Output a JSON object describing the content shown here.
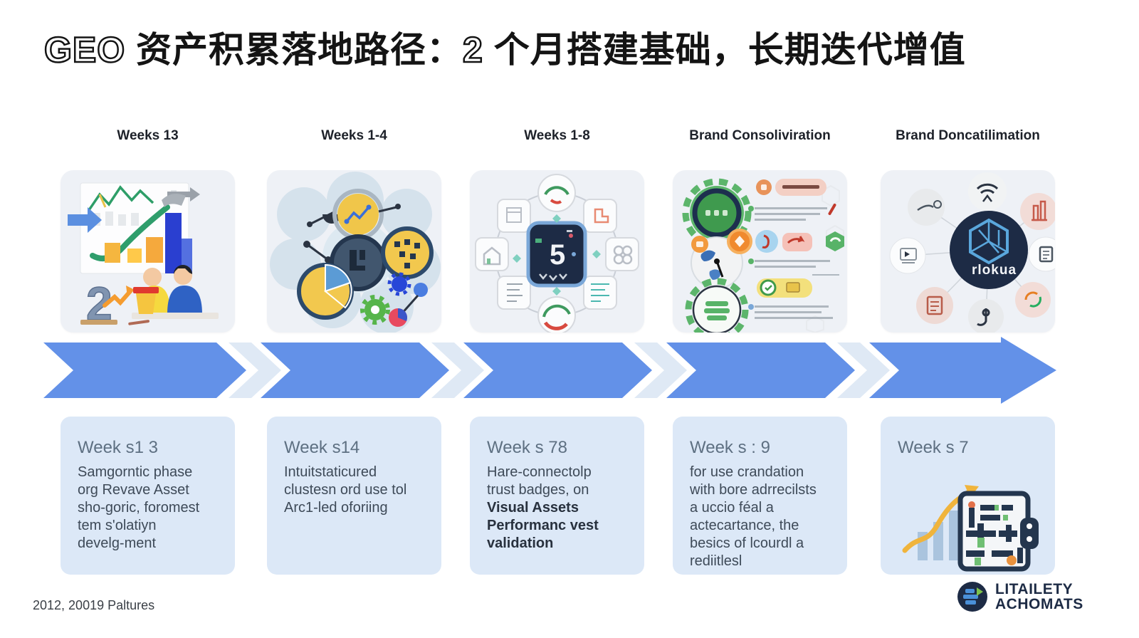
{
  "title": {
    "geo": "GEO",
    "mid": " 资产积累落地路径：",
    "num": "2",
    "rest": " 个月搭建基础，长期迭代增值"
  },
  "columns": [
    {
      "header": "Weeks 13",
      "card": {
        "title": "Week s1 3",
        "lines": [
          {
            "text": "Samgorntic phase"
          },
          {
            "text": "org Revave Asset"
          },
          {
            "text": "sho-goric, foromest"
          },
          {
            "text": "tem s'olatiyn"
          },
          {
            "text": "develg-ment"
          }
        ]
      }
    },
    {
      "header": "Weeks 1-4",
      "card": {
        "title": "Week s14",
        "lines": [
          {
            "text": "Intuitstaticured"
          },
          {
            "text": "clustesn ord use tol"
          },
          {
            "text": "Arc1-led oforiing"
          }
        ]
      }
    },
    {
      "header": "Weeks 1-8",
      "card": {
        "title": "Week s 78",
        "lines": [
          {
            "text": "Hare-connectolp"
          },
          {
            "text": "trust badges, on"
          },
          {
            "text": "Visual Assets",
            "bold": true
          },
          {
            "text": "Performanc vest",
            "bold": true
          },
          {
            "text": "validation",
            "bold": true
          }
        ]
      }
    },
    {
      "header": "Brand Consoliviration",
      "card": {
        "title": "Week s : 9",
        "lines": [
          {
            "text": "for use crandation"
          },
          {
            "text": "with bore adrrecilsts"
          },
          {
            "text": "a uccio féal a"
          },
          {
            "text": "actecartance, the"
          },
          {
            "text": "besics of lcourdl a"
          },
          {
            "text": "rediitlesl"
          }
        ]
      }
    },
    {
      "header": "Brand Doncatilimation",
      "card": {
        "title": "Week s 7",
        "lines": []
      }
    }
  ],
  "illustrations": {
    "big_numeral": "2",
    "hub_center_glyph": "5",
    "brand_center_label": "rlokua"
  },
  "footer": {
    "credit": "2012, 20019 Paltures",
    "logo_line1": "LITAILETY",
    "logo_line2": "ACHOMATS"
  },
  "colors": {
    "arrow_blue": "#6391e8",
    "arrow_light": "#dfe9f5",
    "card_bg": "#dce8f7",
    "tile_bg": "#eef1f6",
    "navy": "#1d2b45",
    "green": "#58b368",
    "yellow": "#f2c84e",
    "orange": "#f0963f"
  }
}
